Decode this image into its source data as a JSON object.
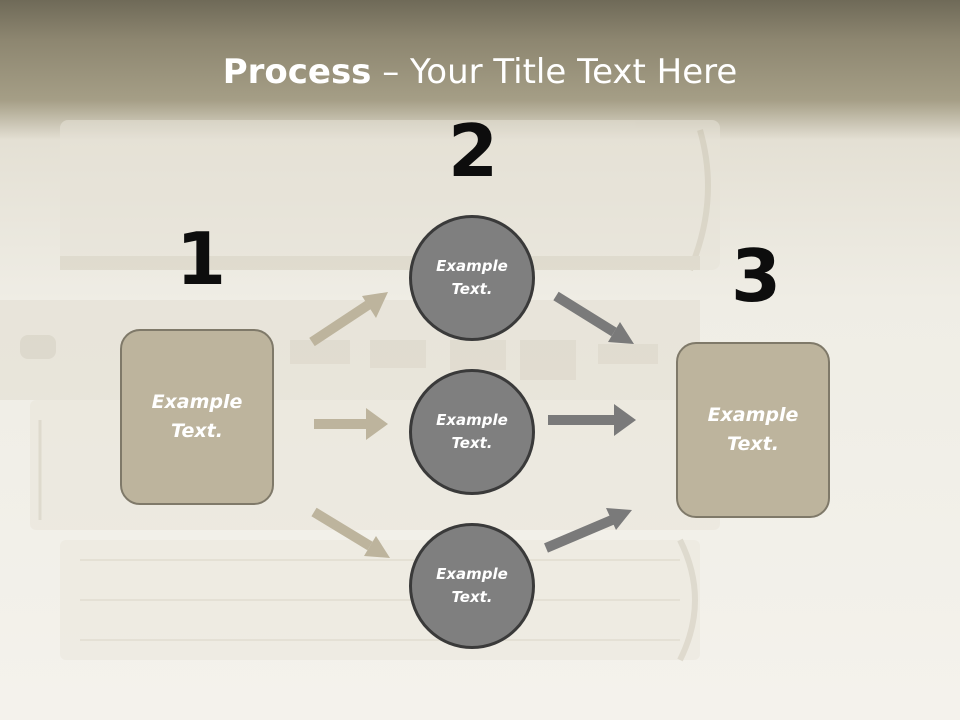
{
  "slide": {
    "title_bold": "Process",
    "title_rest": " – Your Title Text Here"
  },
  "diagram": {
    "step_numbers": [
      "1",
      "2",
      "3"
    ],
    "left_box": {
      "line1": "Example",
      "line2": "Text."
    },
    "right_box": {
      "line1": "Example",
      "line2": "Text."
    },
    "circles": [
      {
        "line1": "Example",
        "line2": "Text."
      },
      {
        "line1": "Example",
        "line2": "Text."
      },
      {
        "line1": "Example",
        "line2": "Text."
      }
    ]
  },
  "colors": {
    "box_fill": "#bdb49d",
    "circle_fill": "#7f7f7f",
    "left_arrow": "#bdb49d",
    "right_arrow": "#7a7a7a",
    "title_band": "#a59e86"
  }
}
